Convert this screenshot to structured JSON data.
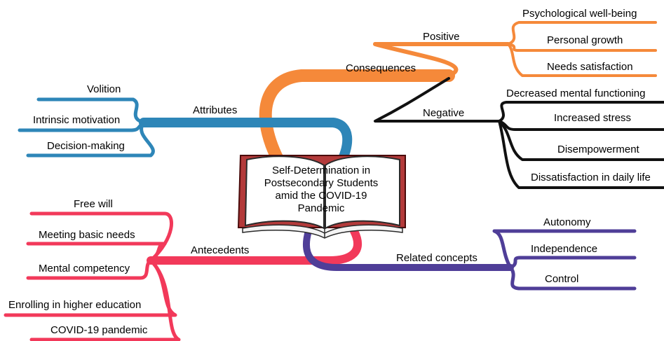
{
  "center": {
    "title_lines": [
      "Self-Determination in",
      "Postsecondary Students",
      "amid the COVID-19",
      "Pandemic"
    ]
  },
  "colors": {
    "consequences_positive": "#F5893A",
    "consequences_negative": "#111111",
    "attributes": "#2E86B8",
    "antecedents": "#F2395A",
    "related": "#4F3E98",
    "book_outline": "#8B1A1A"
  },
  "branches": {
    "consequences": {
      "label": "Consequences",
      "positive": {
        "label": "Positive",
        "items": [
          "Psychological well-being",
          "Personal growth",
          "Needs satisfaction"
        ]
      },
      "negative": {
        "label": "Negative",
        "items": [
          "Decreased mental functioning",
          "Increased stress",
          "Disempowerment",
          "Dissatisfaction in daily life"
        ]
      }
    },
    "attributes": {
      "label": "Attributes",
      "items": [
        "Volition",
        "Intrinsic motivation",
        "Decision-making"
      ]
    },
    "antecedents": {
      "label": "Antecedents",
      "items": [
        "Free will",
        "Meeting basic needs",
        "Mental competency",
        "Enrolling in higher education",
        "COVID-19 pandemic"
      ]
    },
    "related": {
      "label": "Related concepts",
      "items": [
        "Autonomy",
        "Independence",
        "Control"
      ]
    }
  }
}
